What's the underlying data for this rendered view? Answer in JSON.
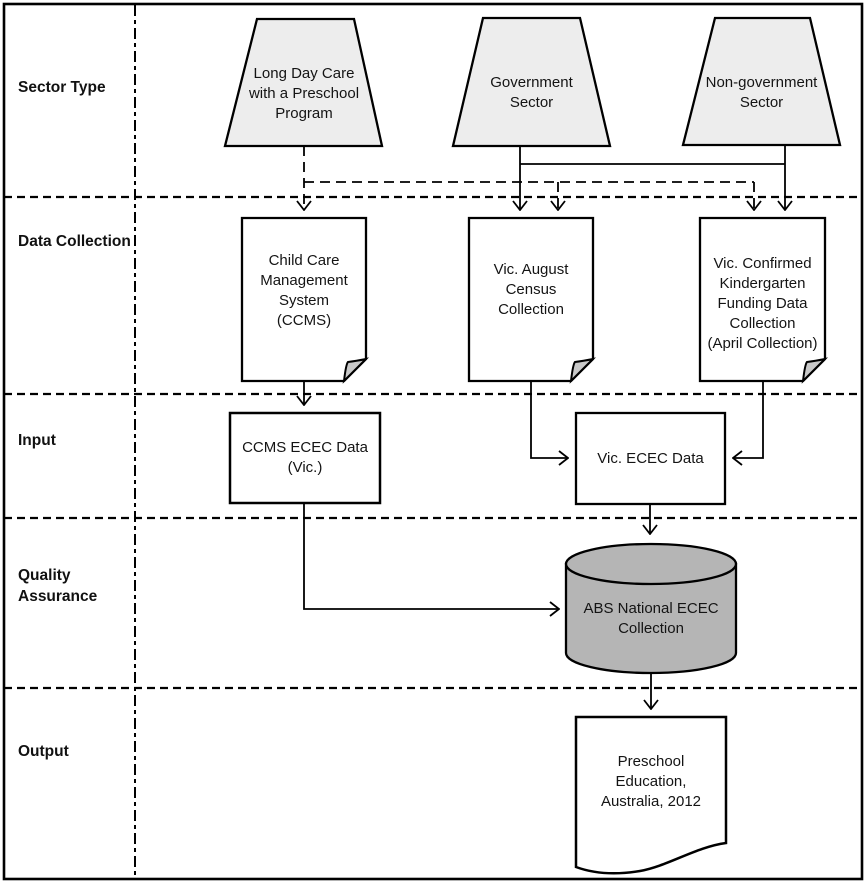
{
  "title": "ECEC data flow diagram",
  "colors": {
    "background": "#ffffff",
    "line": "#000000",
    "trapezoid_fill": "#ededed",
    "document_fill": "#ffffff",
    "fold_fill": "#c9c9c9",
    "cylinder_fill": "#b5b5b5",
    "text": "#141414"
  },
  "rows": [
    {
      "label": "Sector Type"
    },
    {
      "label": "Data Collection"
    },
    {
      "label": "Input"
    },
    {
      "label": "Quality\nAssurance"
    },
    {
      "label": "Output"
    }
  ],
  "nodes": {
    "long_day_care": "Long Day Care\nwith a Preschool\nProgram",
    "government": "Government\nSector",
    "non_government": "Non-government\nSector",
    "ccms": "Child Care\nManagement\nSystem\n(CCMS)",
    "vic_august": "Vic. August\nCensus\nCollection",
    "vic_confirmed": "Vic. Confirmed\nKindergarten\nFunding Data\nCollection\n(April Collection)",
    "ccms_ecec_data": "CCMS ECEC Data\n(Vic.)",
    "vic_ecec_data": "Vic. ECEC Data",
    "abs_national": "ABS National ECEC\nCollection",
    "output_publication": "Preschool\nEducation,\nAustralia, 2012"
  }
}
